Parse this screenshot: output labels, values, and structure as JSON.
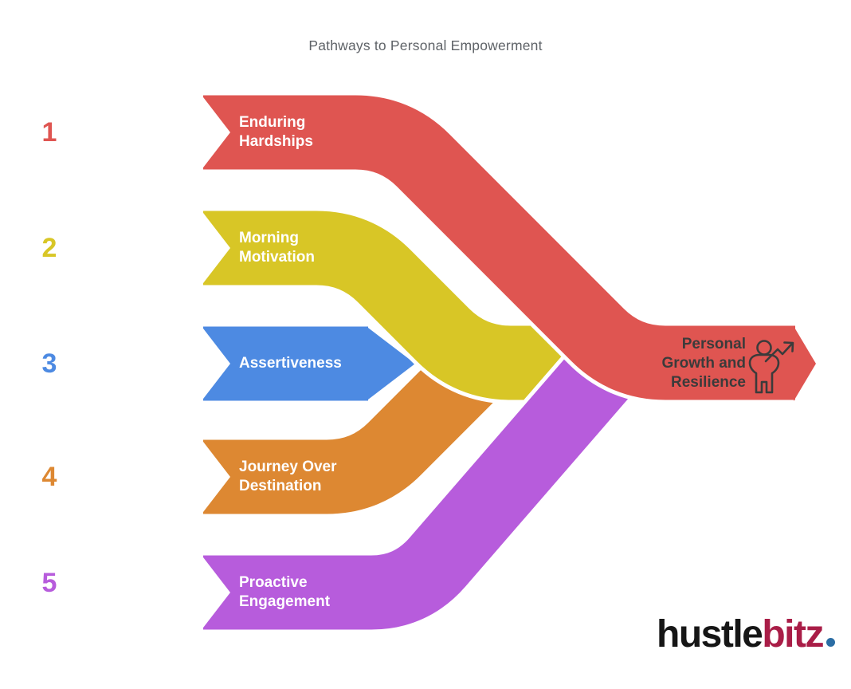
{
  "title": "Pathways to Personal Empowerment",
  "steps": [
    {
      "number": "1",
      "label": "Enduring Hardships",
      "color": "#DF5551"
    },
    {
      "number": "2",
      "label": "Morning Motivation",
      "color": "#D8C626"
    },
    {
      "number": "3",
      "label": "Assertiveness",
      "color": "#4D8AE2"
    },
    {
      "number": "4",
      "label": "Journey Over Destination",
      "color": "#DD8832"
    },
    {
      "number": "5",
      "label": "Proactive Engagement",
      "color": "#B75CDC"
    }
  ],
  "outcome": {
    "label": "Personal Growth and Resilience",
    "arrow_color": "#DF5551",
    "text_color": "#3B3B3B",
    "icon": "person-growth-arrow-icon"
  },
  "brand": {
    "part1": "hustle",
    "part2": "bitz",
    "part1_color": "#161616",
    "part2_color": "#A91D47",
    "dot_color": "#2B6DA4"
  }
}
